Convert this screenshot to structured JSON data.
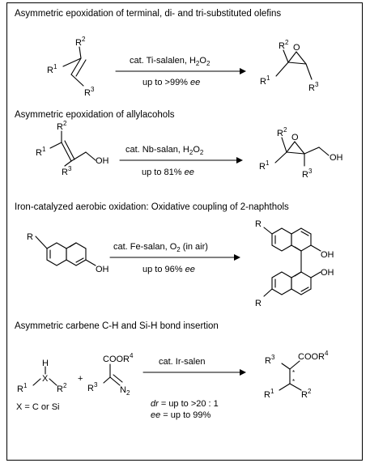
{
  "sections": [
    {
      "heading": "Asymmetric epoxidation of terminal, di- and tri-substituted olefins",
      "reagent_parts": [
        "cat. Ti-salalen, H",
        "2",
        "O",
        "2"
      ],
      "yield_parts": [
        "up to >99% ",
        "ee"
      ]
    },
    {
      "heading": "Asymmetric epoxidation of allylacohols",
      "reagent_parts": [
        "cat. Nb-salan, H",
        "2",
        "O",
        "2"
      ],
      "yield_parts": [
        "up to 81% ",
        "ee"
      ]
    },
    {
      "heading": "Iron-catalyzed aerobic oxidation: Oxidative coupling of 2-naphthols",
      "reagent_parts": [
        "cat. Fe-salan, O",
        "2",
        " (in air)"
      ],
      "yield_parts": [
        "up to 96% ",
        "ee"
      ]
    },
    {
      "heading": "Asymmetric carbene C-H and Si-H bond insertion",
      "reagent_parts": [
        "cat. Ir-salen"
      ],
      "dr_parts": [
        "dr",
        " = up to >20 : 1"
      ],
      "ee_parts": [
        "ee",
        " = up to 99%"
      ],
      "condition": "X = C or Si"
    }
  ],
  "atoms": {
    "R": "R",
    "R1": "R",
    "R2": "R",
    "R3": "R",
    "R4": "R",
    "sup1": "1",
    "sup2": "2",
    "sup3": "3",
    "sup4": "4",
    "O": "O",
    "OH": "OH",
    "H": "H",
    "X": "X",
    "N": "N",
    "sub2": "2",
    "COOR": "COOR",
    "plus": "+",
    "star": "*"
  }
}
